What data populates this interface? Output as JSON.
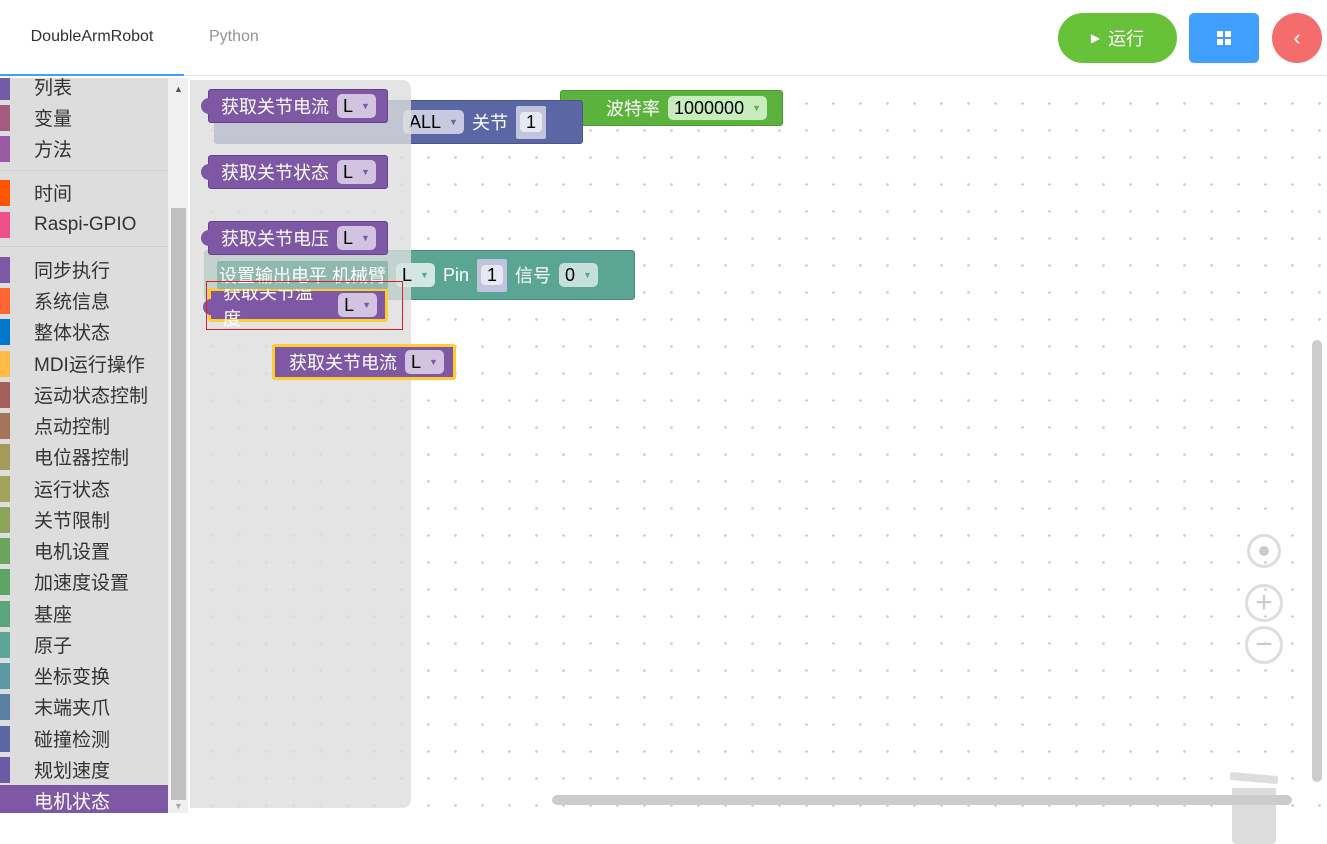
{
  "tabs": [
    {
      "label": "DoubleArmRobot",
      "active": true
    },
    {
      "label": "Python",
      "active": false
    }
  ],
  "toolbar": {
    "run_label": "运行",
    "run_icon": "play-icon",
    "grid_icon": "grid-icon",
    "back_icon": "chevron-left-icon"
  },
  "categories": [
    {
      "label": "列表",
      "color": "#745ba5"
    },
    {
      "label": "变量",
      "color": "#a55b80"
    },
    {
      "label": "方法",
      "color": "#995ba5"
    },
    {
      "label": "时间",
      "color": "#ff5500"
    },
    {
      "label": "Raspi-GPIO",
      "color": "#f0508a"
    },
    {
      "label": "同步执行",
      "color": "#7e57a5"
    },
    {
      "label": "系统信息",
      "color": "#ff6633"
    },
    {
      "label": "整体状态",
      "color": "#0077cc"
    },
    {
      "label": "MDI运行操作",
      "color": "#ffbb44"
    },
    {
      "label": "运动状态控制",
      "color": "#a5605b"
    },
    {
      "label": "点动控制",
      "color": "#a5745b"
    },
    {
      "label": "电位器控制",
      "color": "#a5995b"
    },
    {
      "label": "运行状态",
      "color": "#a0a55b"
    },
    {
      "label": "关节限制",
      "color": "#8ca55b"
    },
    {
      "label": "电机设置",
      "color": "#6ba55b"
    },
    {
      "label": "加速度设置",
      "color": "#5ba565"
    },
    {
      "label": "基座",
      "color": "#5ba57a"
    },
    {
      "label": "原子",
      "color": "#5ba595"
    },
    {
      "label": "坐标变换",
      "color": "#5b9aa5"
    },
    {
      "label": "末端夹爪",
      "color": "#5b80a5"
    },
    {
      "label": "碰撞检测",
      "color": "#5b67a5"
    },
    {
      "label": "规划速度",
      "color": "#6b5ba5"
    },
    {
      "label": "电机状态",
      "color": "#7e57a5",
      "selected": true
    }
  ],
  "flyout": [
    {
      "label": "获取关节电流",
      "value": "L"
    },
    {
      "label": "获取关节状态",
      "value": "L"
    },
    {
      "label": "获取关节电压",
      "value": "L"
    },
    {
      "label": "获取关节温度",
      "value": "L"
    }
  ],
  "workspace": {
    "green_block": {
      "label": "波特率",
      "value": "1000000"
    },
    "blue_block": {
      "arm": "ALL",
      "joint_label": "关节",
      "joint": "1"
    },
    "teal_block": {
      "label": "设置输出电平 机械臂",
      "arm": "L",
      "pin_label": "Pin",
      "pin": "1",
      "signal_label": "信号",
      "signal": "0"
    },
    "drag_block": {
      "label": "获取关节电流",
      "value": "L"
    }
  }
}
